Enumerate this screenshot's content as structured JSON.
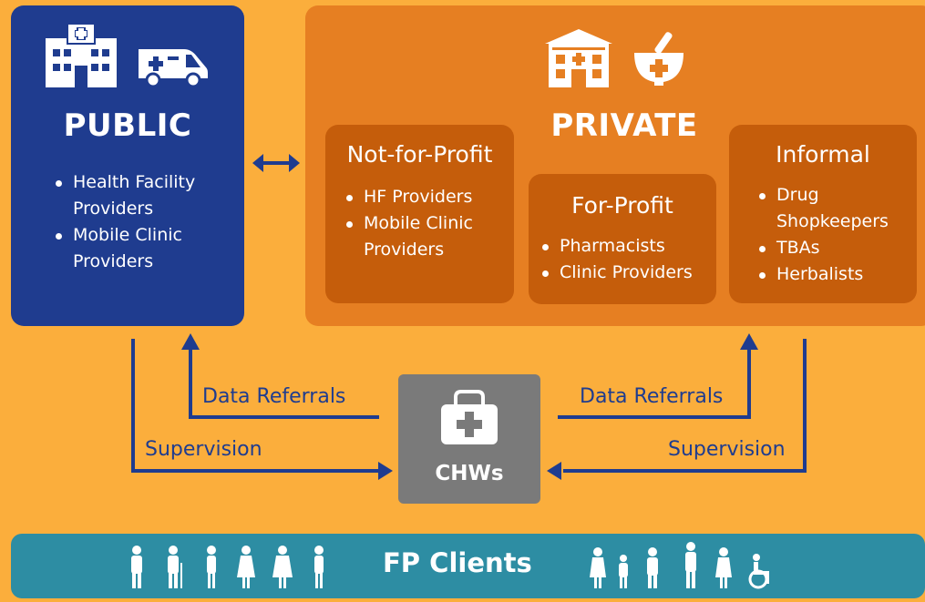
{
  "public": {
    "title": "PUBLIC",
    "bullets": [
      {
        "line1": "Health Facility",
        "line2": "Providers"
      },
      {
        "line1": "Mobile Clinic",
        "line2": "Providers"
      }
    ],
    "icons": [
      "hospital-icon",
      "ambulance-icon"
    ]
  },
  "private": {
    "title": "PRIVATE",
    "icons": [
      "pharmacy-building-icon",
      "mortar-pestle-icon"
    ],
    "not_for_profit": {
      "title": "Not-for-Profit",
      "bullets": [
        {
          "line1": "HF Providers",
          "line2": ""
        },
        {
          "line1": "Mobile Clinic",
          "line2": "Providers"
        }
      ]
    },
    "for_profit": {
      "title": "For-Profit",
      "bullets": [
        {
          "line1": "Pharmacists",
          "line2": ""
        },
        {
          "line1": "Clinic Providers",
          "line2": ""
        }
      ]
    },
    "informal": {
      "title": "Informal",
      "bullets": [
        {
          "line1": "Drug",
          "line2": "Shopkeepers"
        },
        {
          "line1": "TBAs",
          "line2": ""
        },
        {
          "line1": "Herbalists",
          "line2": ""
        }
      ]
    }
  },
  "chws": {
    "label": "CHWs",
    "icon": "medical-kit-icon"
  },
  "flows": {
    "left_data_referrals": "Data Referrals",
    "left_supervision": "Supervision",
    "right_data_referrals": "Data Referrals",
    "right_supervision": "Supervision"
  },
  "clients": {
    "label": "FP Clients",
    "icon": "person-icon"
  },
  "colors": {
    "background": "#FBAE3C",
    "public": "#1F3C8F",
    "private": "#E67F22",
    "private_sub": "#C55D0B",
    "chws": "#7A7A7A",
    "clients": "#2D8DA3",
    "arrows": "#1F3C8F"
  }
}
